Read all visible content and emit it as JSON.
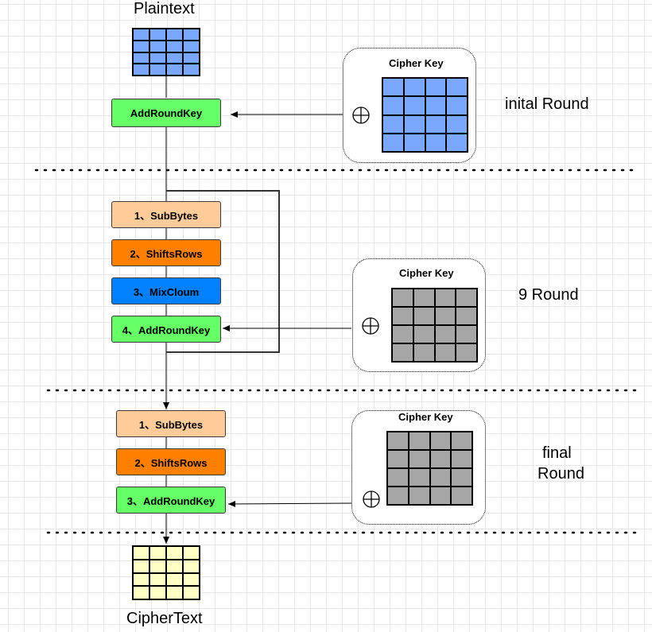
{
  "plaintext_label": "Plaintext",
  "ciphertext_label": "CipherText",
  "initial_round": {
    "label": "inital  Round",
    "step": "AddRoundKey",
    "key_title": "Cipher Key"
  },
  "main_round": {
    "label": "9  Round",
    "steps": [
      "1、SubBytes",
      "2、ShiftsRows",
      "3、MixCloum",
      "4、AddRoundKey"
    ],
    "key_title": "Cipher Key"
  },
  "final_round": {
    "label_line1": "final",
    "label_line2": "Round",
    "steps": [
      "1、SubBytes",
      "2、ShiftsRows",
      "3、AddRoundKey"
    ],
    "key_title": "Cipher Key"
  },
  "colors": {
    "plaintext_grid": "#7aa7ff",
    "initial_key_grid": "#7aa7ff",
    "round_key_grid": "#a6a6a6",
    "ciphertext_grid": "#ffffc6",
    "subbytes": "#ffcc99",
    "shiftrows": "#ff8000",
    "mixcolumns": "#007fff",
    "addroundkey": "#66ff66"
  },
  "icons": [
    "xor-icon",
    "arrow-icon"
  ]
}
